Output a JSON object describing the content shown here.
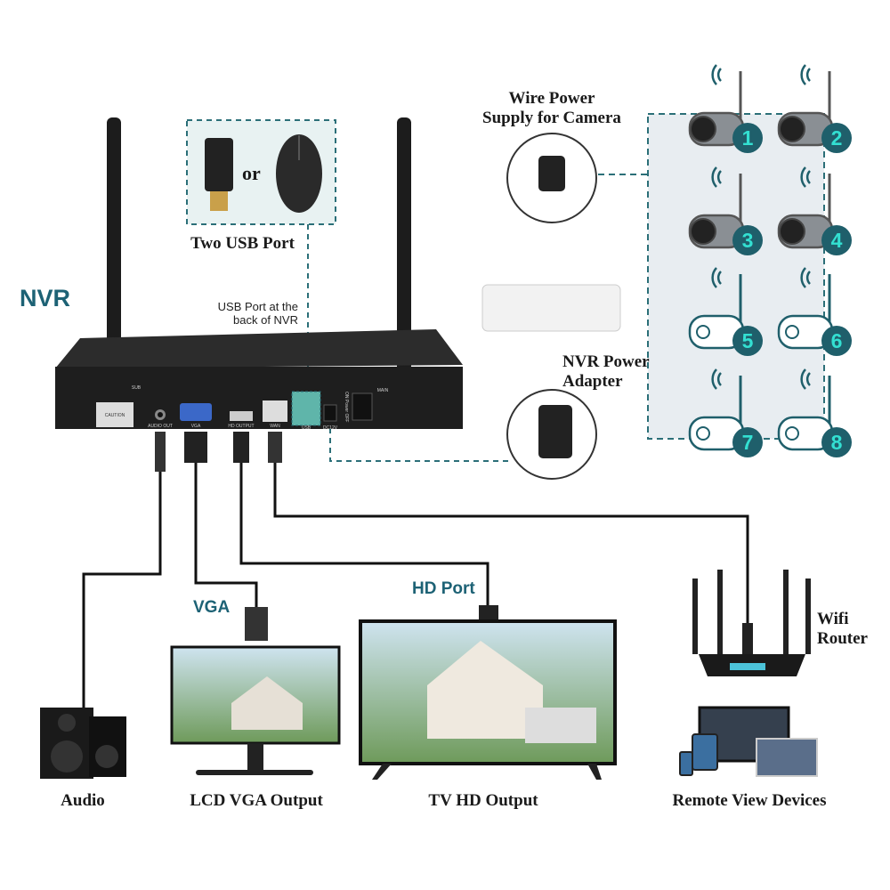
{
  "labels": {
    "nvr": "NVR",
    "usb_back": [
      "USB Port at the",
      "back of NVR"
    ],
    "or": "or",
    "two_usb": "Two USB Port",
    "wire_power": [
      "Wire Power",
      "Supply for Camera"
    ],
    "nvr_power": [
      "NVR Power",
      "Adapter"
    ],
    "hd_port": "HD Port",
    "vga": "VGA",
    "wifi_router": [
      "Wifi",
      "Router"
    ],
    "audio": "Audio",
    "lcd_vga": "LCD VGA Output",
    "tv_hd": "TV HD Output",
    "remote": "Remote View Devices"
  },
  "panel": {
    "sub": "SUB",
    "main": "MAIN",
    "caution": "CAUTION",
    "audio_out": "AUDIO OUT",
    "vga": "VGA",
    "hd_output": "HD OUTPUT",
    "wan": "WAN",
    "usb": "USB",
    "dc": "DC12V",
    "power": "ON Power OFF"
  },
  "cameras": [
    "1",
    "2",
    "3",
    "4",
    "5",
    "6",
    "7",
    "8"
  ],
  "colors": {
    "accent": "#1d6275",
    "badge": "#1f5f6b",
    "badge_text": "#33e0d2",
    "dashed": "#2b6f78"
  }
}
